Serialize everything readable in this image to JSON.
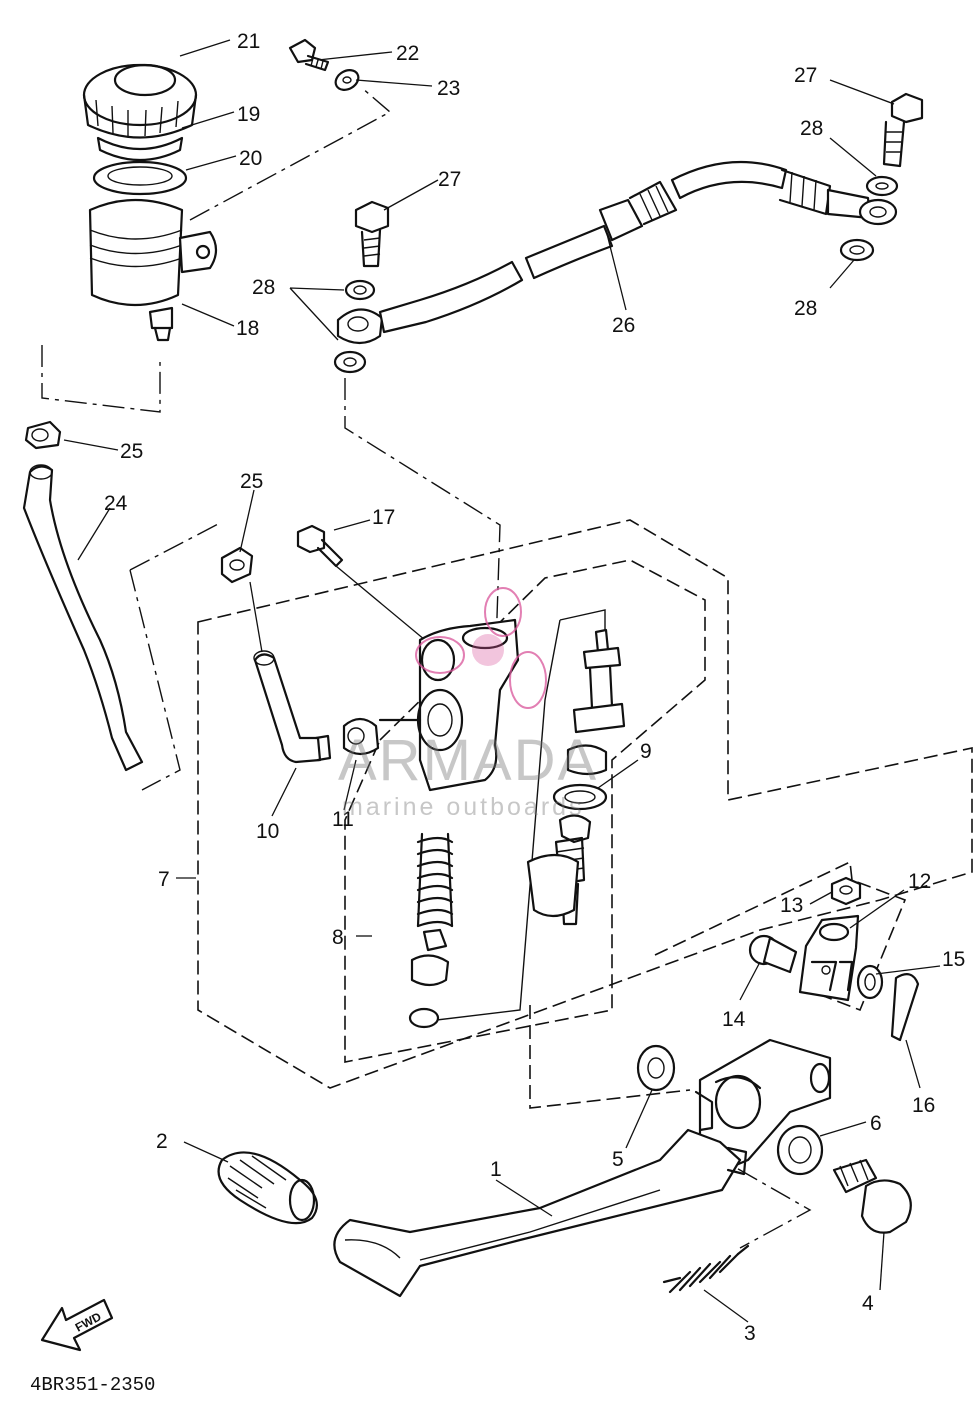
{
  "diagram_code": "4BR351-2350",
  "fwd_label": "FWD",
  "watermark": {
    "brand": "ARMADA",
    "tagline": "marine outboards",
    "accent_color": "#d9559a"
  },
  "callouts": {
    "c1": "1",
    "c2": "2",
    "c3": "3",
    "c4": "4",
    "c5": "5",
    "c6": "6",
    "c7": "7",
    "c8": "8",
    "c9": "9",
    "c10": "10",
    "c11": "11",
    "c12": "12",
    "c13": "13",
    "c14": "14",
    "c15": "15",
    "c16": "16",
    "c17": "17",
    "c18": "18",
    "c19": "19",
    "c20": "20",
    "c21": "21",
    "c22": "22",
    "c23": "23",
    "c24": "24",
    "c25a": "25",
    "c25b": "25",
    "c26": "26",
    "c27a": "27",
    "c27b": "27",
    "c28a": "28",
    "c28b": "28",
    "c28c": "28"
  }
}
